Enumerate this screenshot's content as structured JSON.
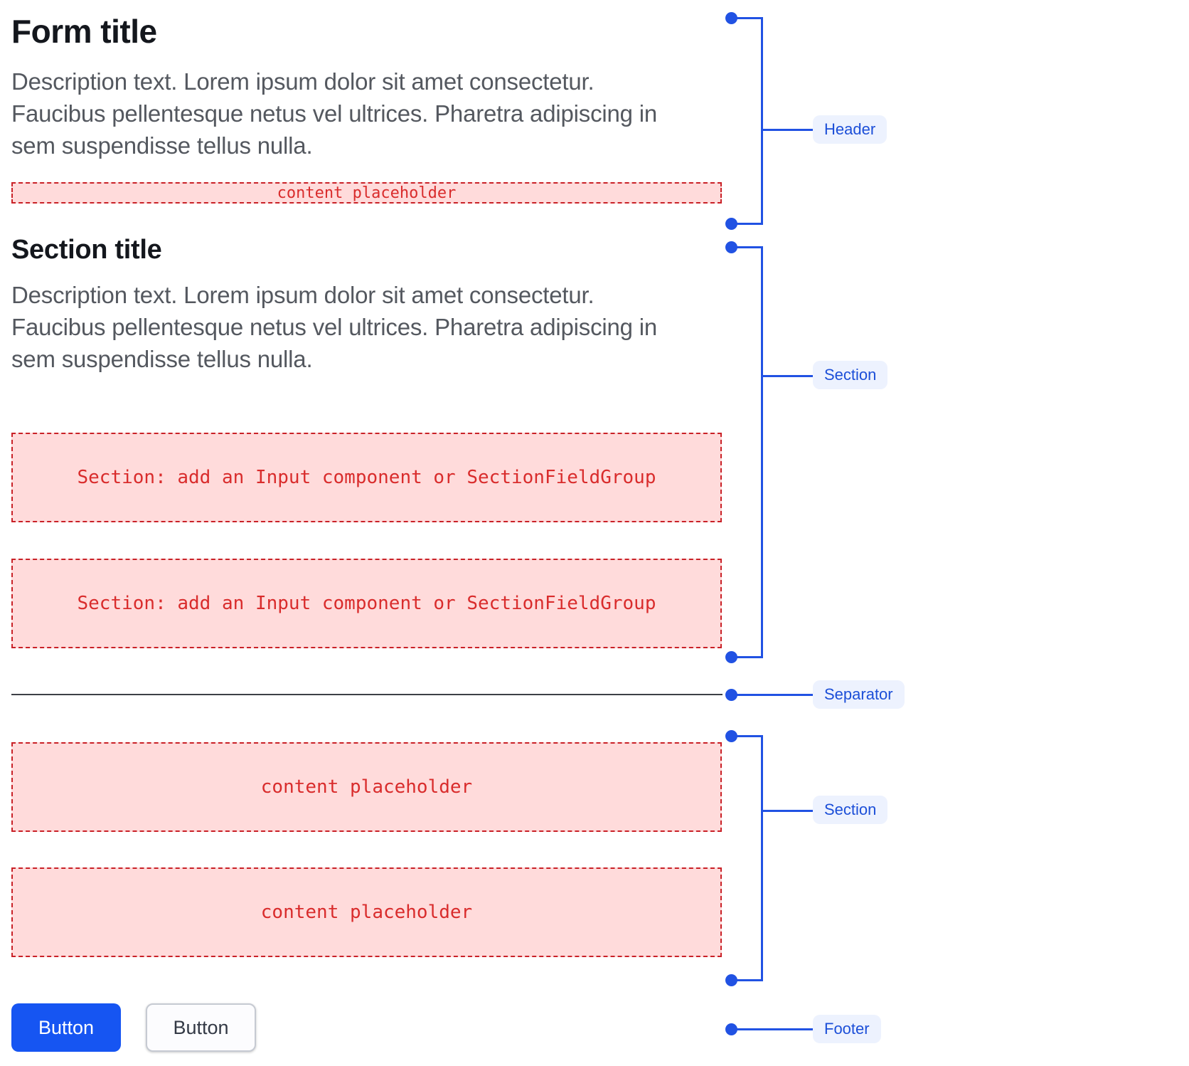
{
  "form": {
    "title": "Form title",
    "description_lines": [
      "Description text. Lorem ipsum dolor sit amet consectetur.",
      "Faucibus pellentesque netus vel ultrices. Pharetra adipiscing in",
      "sem suspendisse tellus nulla."
    ],
    "header_placeholder": "content placeholder"
  },
  "section": {
    "title": "Section title",
    "description_lines": [
      "Description text. Lorem ipsum dolor sit amet consectetur.",
      "Faucibus pellentesque netus vel ultrices. Pharetra adipiscing in",
      "sem suspendisse tellus nulla."
    ],
    "field_boxes": [
      "Section: add an Input component or SectionFieldGroup",
      "Section: add an Input component or SectionFieldGroup"
    ]
  },
  "content_section": {
    "boxes": [
      "content placeholder",
      "content placeholder"
    ]
  },
  "footer": {
    "primary_button_label": "Button",
    "secondary_button_label": "Button"
  },
  "annotations": {
    "header_label": "Header",
    "section1_label": "Section",
    "separator_label": "Separator",
    "section2_label": "Section",
    "footer_label": "Footer"
  },
  "colors": {
    "annotation_blue": "#2152e3",
    "annotation_label_bg": "#edf2fe",
    "annotation_label_text": "#1c4fd8",
    "placeholder_bg": "#ffdbdb",
    "placeholder_border": "#c92127",
    "placeholder_text": "#d92c2c",
    "primary_button_bg": "#1655f2",
    "secondary_button_border": "#c6cad2",
    "separator_line": "#3d4046",
    "title_text": "#14171d",
    "description_text": "#54585f"
  }
}
